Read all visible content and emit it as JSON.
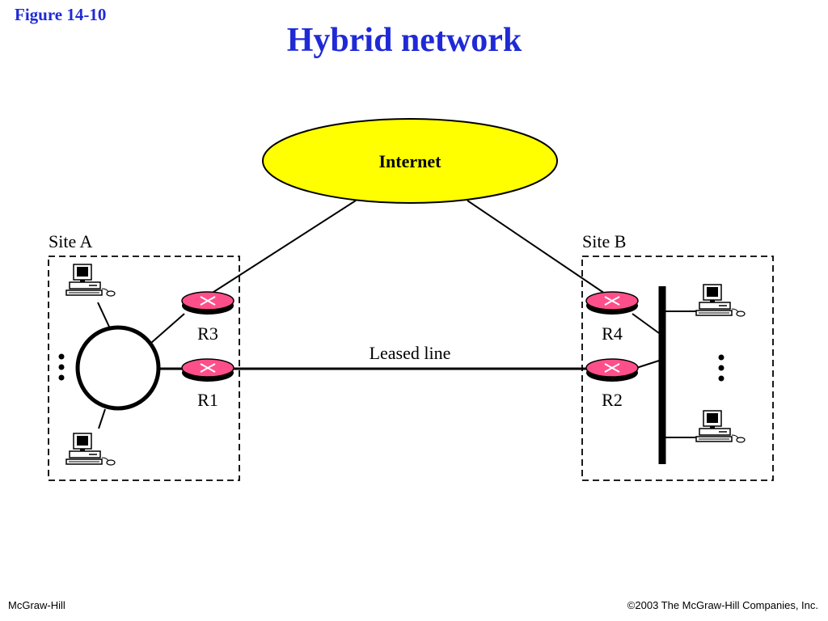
{
  "figure_label": "Figure  14-10",
  "title": "Hybrid network",
  "colors": {
    "title": "#1f2ad6",
    "internet_fill": "#ffff00",
    "router_fill": "#ff4f8b"
  },
  "diagram": {
    "internet_label": "Internet",
    "site_a_label": "Site A",
    "site_b_label": "Site B",
    "leased_line_label": "Leased line",
    "routers": {
      "r1": "R1",
      "r2": "R2",
      "r3": "R3",
      "r4": "R4"
    },
    "ellipsis_icon": "vertical-dots-icon"
  },
  "footer": {
    "left": "McGraw-Hill",
    "right": "©2003 The McGraw-Hill Companies, Inc."
  }
}
